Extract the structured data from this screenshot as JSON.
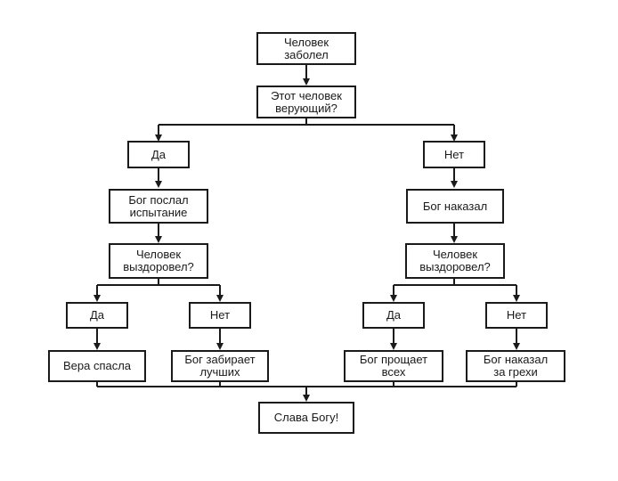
{
  "nodes": {
    "start": "Человек\nзаболел",
    "question_believer": "Этот человек\nверующий?",
    "yes_top": "Да",
    "no_top": "Нет",
    "god_sent_trial": "Бог послал\nиспытание",
    "god_punished": "Бог наказал",
    "recovered_left": "Человек\nвыздоровел?",
    "recovered_right": "Человек\nвыздоровел?",
    "yes_left": "Да",
    "no_left": "Нет",
    "yes_right": "Да",
    "no_right": "Нет",
    "faith_saved": "Вера спасла",
    "god_takes_best": "Бог забирает\nлучших",
    "god_forgives_all": "Бог прощает\nвсех",
    "god_punished_sins": "Бог наказал\nза грехи",
    "end": "Слава Богу!"
  }
}
